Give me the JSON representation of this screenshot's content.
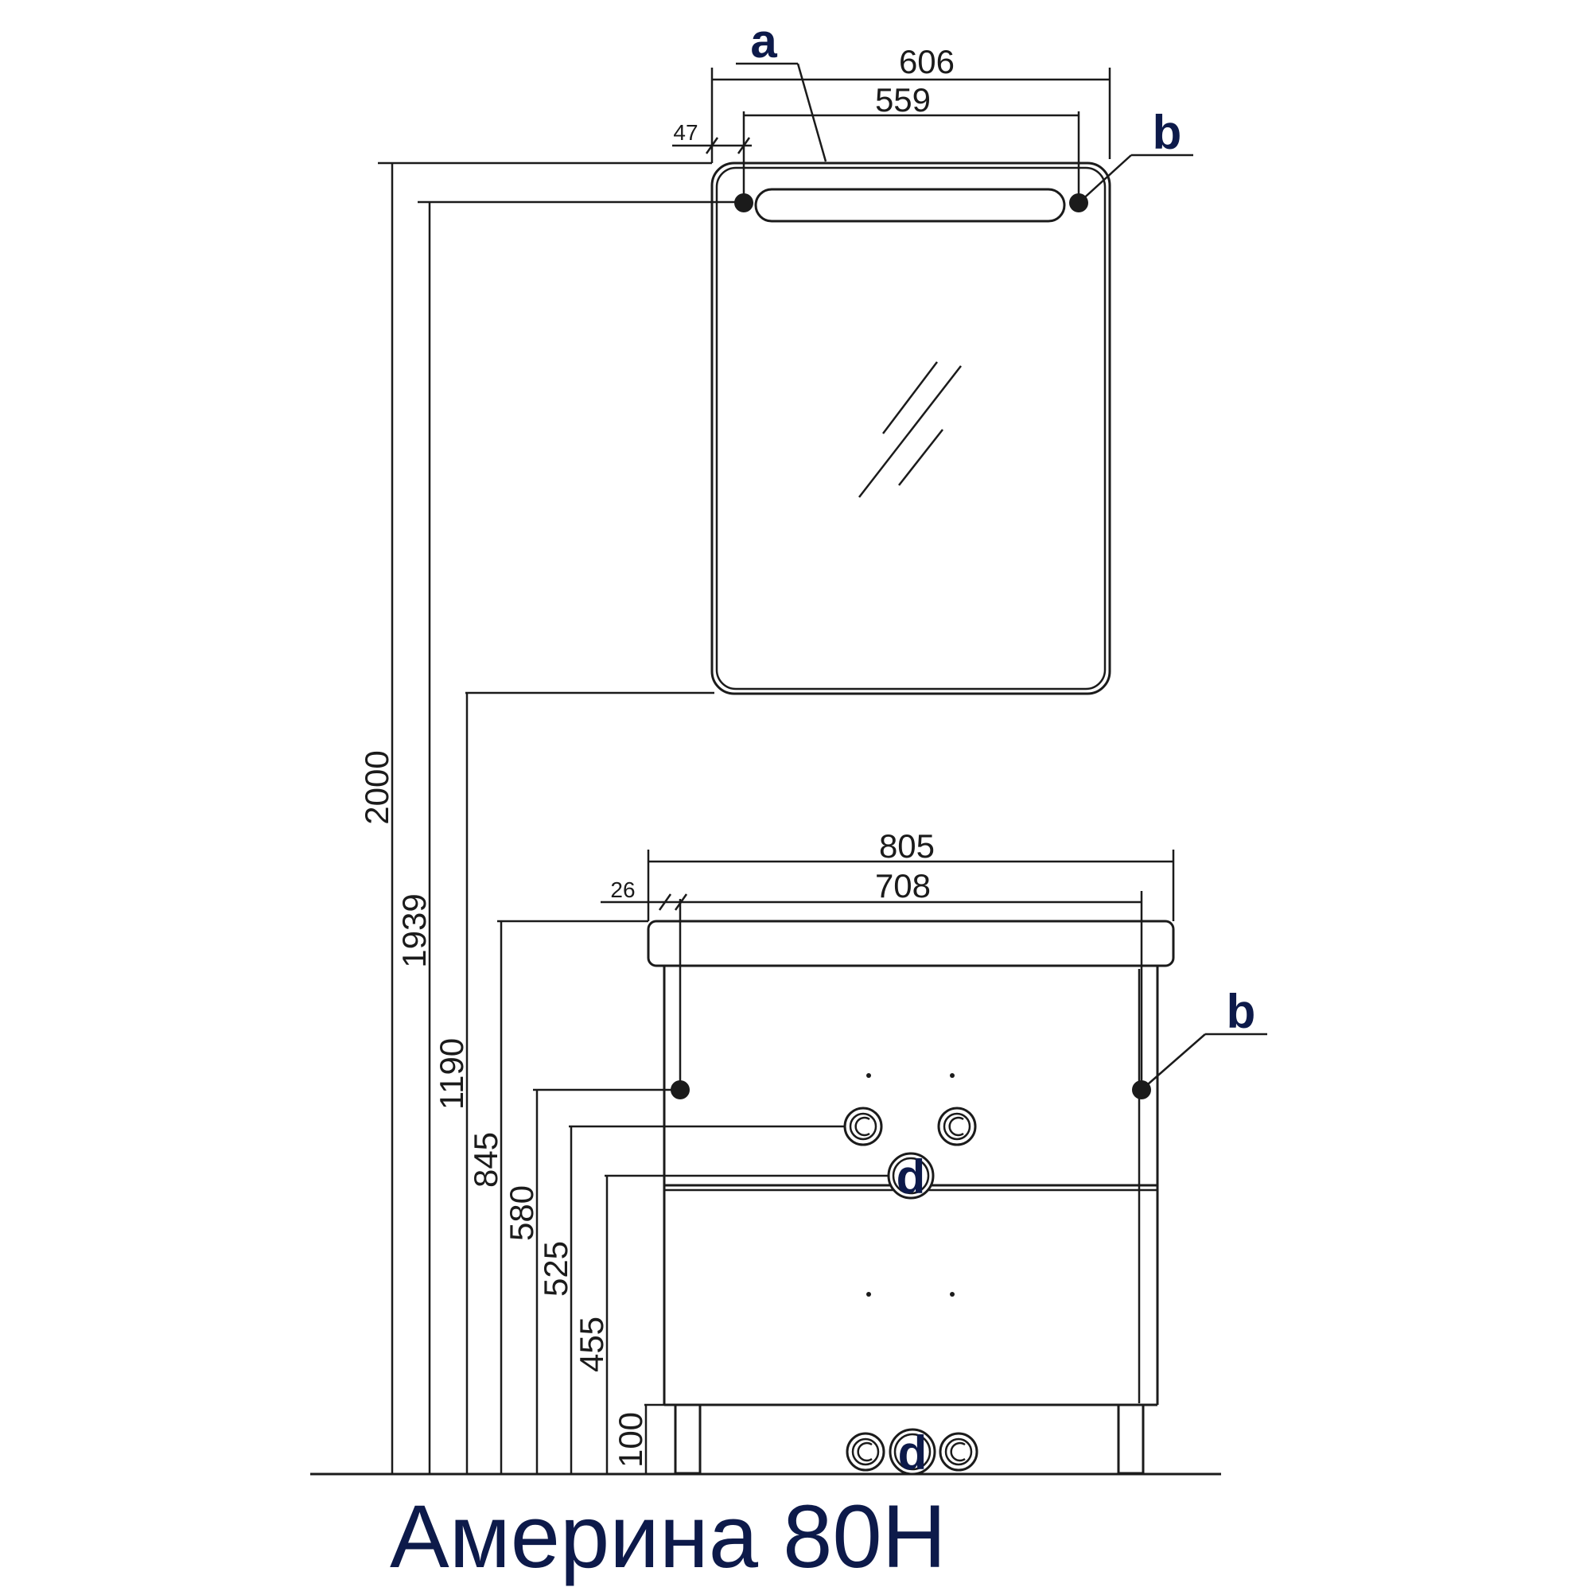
{
  "title": "Америна 80Н",
  "colors": {
    "line": "#1b1b1b",
    "title": "#0d1a4a",
    "background": "#ffffff"
  },
  "callouts": {
    "a": "a",
    "b": "b",
    "d": "d"
  },
  "dimensions": {
    "mirror_width": "606",
    "mount_span_mirror": "559",
    "mirror_offset": "47",
    "vanity_width": "805",
    "mount_span_vanity": "708",
    "vanity_offset": "26",
    "total_height": "2000",
    "mirror_mount_height": "1939",
    "mirror_bottom_height": "1190",
    "vanity_top_height": "845",
    "vanity_mount_height": "580",
    "water_outlet_height": "525",
    "drain_height": "455",
    "leg_height": "100"
  },
  "icons": {
    "mount_point": "mount-point-icon",
    "water_supply": "water-supply-icon",
    "drain": "drain-icon"
  }
}
